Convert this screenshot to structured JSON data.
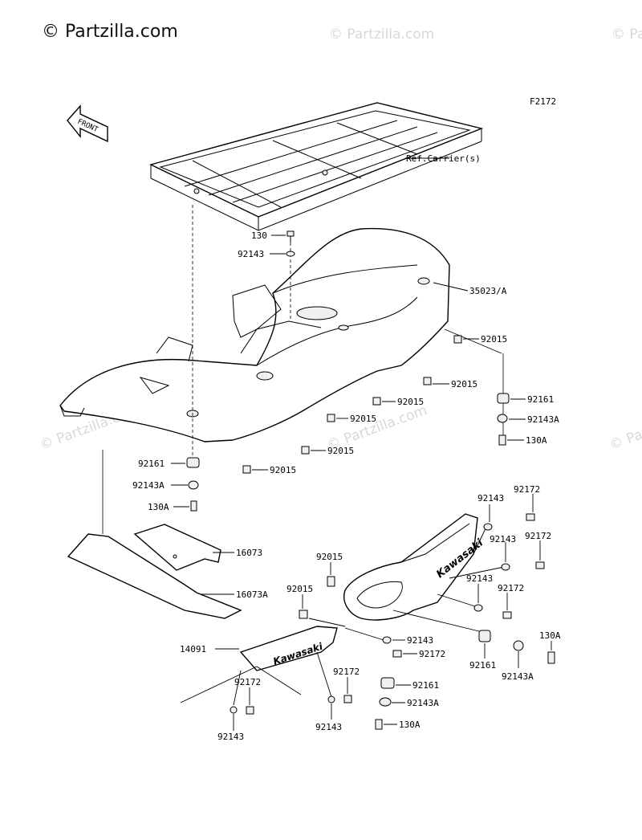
{
  "watermark": {
    "main": "© Partzilla.com",
    "repeat": "© Partzilla.com"
  },
  "figure_code": "F2172",
  "front_marker": "FRONT",
  "ref_carrier": "Ref.Carrier(s)",
  "decal_text": "Kawasaki",
  "labels": {
    "l130_top": "130",
    "l92143_top": "92143",
    "l35023": "35023/A",
    "l92015_r1": "92015",
    "l92015_r2": "92015",
    "l92015_r3": "92015",
    "l92015_c1": "92015",
    "l92015_c2": "92015",
    "l92015_c3": "92015",
    "l92161_r": "92161",
    "l92143A_r": "92143A",
    "l130A_r": "130A",
    "l92161_l": "92161",
    "l92143A_l": "92143A",
    "l130A_l": "130A",
    "l16073": "16073",
    "l16073A": "16073A",
    "l92015_g1": "92015",
    "l92015_g2": "92015",
    "l14091": "14091",
    "l92143_a": "92143",
    "l92172_a": "92172",
    "l92143_b": "92143",
    "l92172_b": "92172",
    "l92143_c": "92143",
    "l92172_c": "92172",
    "l130A_b": "130A",
    "l92143_d": "92143",
    "l92172_d": "92172",
    "l92161_b": "92161",
    "l92143A_b": "92143A",
    "l92161_c": "92161",
    "l92143A_c": "92143A",
    "l130A_c": "130A",
    "l92172_e": "92172",
    "l92172_f": "92172",
    "l92143_e": "92143",
    "l92143_f": "92143"
  }
}
